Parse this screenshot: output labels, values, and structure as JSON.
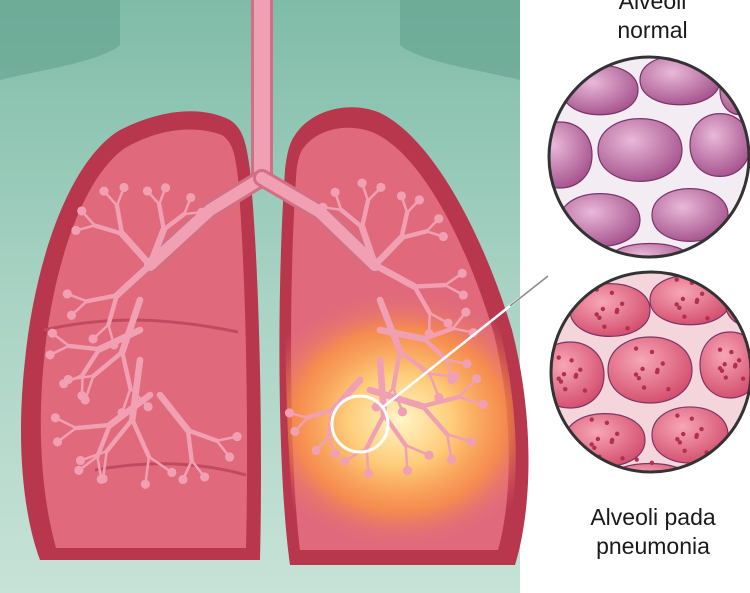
{
  "labels": {
    "normal_line1": "Alveoli",
    "normal_line2": "normal",
    "pneumonia_line1": "Alveoli pada",
    "pneumonia_line2": "pneumonia"
  },
  "colors": {
    "background": "#a9d3c4",
    "lung_outer": "#b8374d",
    "lung_inner": "#e06a7c",
    "bronchi": "#f0a0b2",
    "inflammation": "#ffcc66",
    "normal_alveoli": "#c87bb0",
    "pneumonia_alveoli": "#e06a86"
  }
}
